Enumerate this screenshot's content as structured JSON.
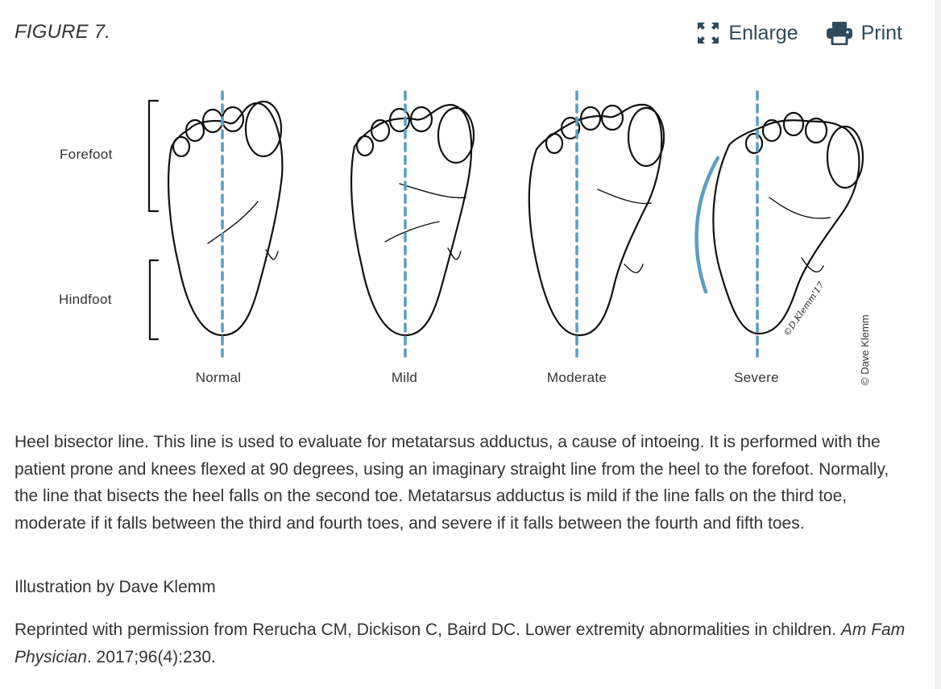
{
  "figure_label": "FIGURE 7.",
  "toolbar": {
    "enlarge_label": "Enlarge",
    "print_label": "Print",
    "enlarge_icon": "expand-arrows-icon",
    "print_icon": "printer-icon"
  },
  "illustration": {
    "region_labels": {
      "forefoot": "Forefoot",
      "hindfoot": "Hindfoot"
    },
    "feet": [
      {
        "label": "Normal"
      },
      {
        "label": "Mild"
      },
      {
        "label": "Moderate"
      },
      {
        "label": "Severe"
      }
    ],
    "signature": "©D.Klemm'17",
    "side_credit": "© Dave Klemm",
    "line_color": "#5b9ec2"
  },
  "caption": "Heel bisector line. This line is used to evaluate for metatarsus adductus, a cause of intoeing. It is performed with the patient prone and knees flexed at 90 degrees, using an imaginary straight line from the heel to the forefoot. Normally, the line that bisects the heel falls on the second toe. Metatarsus adductus is mild if the line falls on the third toe, moderate if it falls between the third and fourth toes, and severe if it falls between the fourth and fifth toes.",
  "illustration_credit": "Illustration by Dave Klemm",
  "reprint": {
    "before": "Reprinted with permission from Rerucha CM, Dickison C, Baird DC. Lower extremity abnormalities in children. ",
    "journal": "Am Fam Physician",
    "after": ". 2017;96(4):230."
  }
}
